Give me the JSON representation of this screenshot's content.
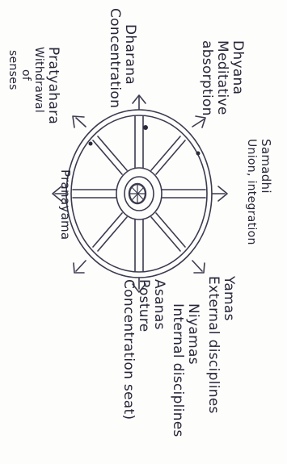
{
  "limbs": [
    {
      "id": "dhyana",
      "name": "Dhyana",
      "subtitle": "Meditative absorption"
    },
    {
      "id": "samadhi",
      "name": "Samadhi",
      "subtitle": "Union, integration"
    },
    {
      "id": "yamas",
      "name": "Yamas",
      "subtitle": "External disciplines"
    },
    {
      "id": "niyamas",
      "name": "Niyamas",
      "subtitle": "Internal disciplines"
    },
    {
      "id": "asanas",
      "name": "Asanas",
      "subtitle": "Posture Concentration seat)"
    },
    {
      "id": "pranayama",
      "name": "Pranayama",
      "subtitle": ""
    },
    {
      "id": "pratyahara",
      "name": "Pratyahara",
      "subtitle_lines": [
        "Withdrawal",
        "of",
        "senses"
      ]
    },
    {
      "id": "dharana",
      "name": "Dharana",
      "subtitle": "Concentration"
    }
  ]
}
